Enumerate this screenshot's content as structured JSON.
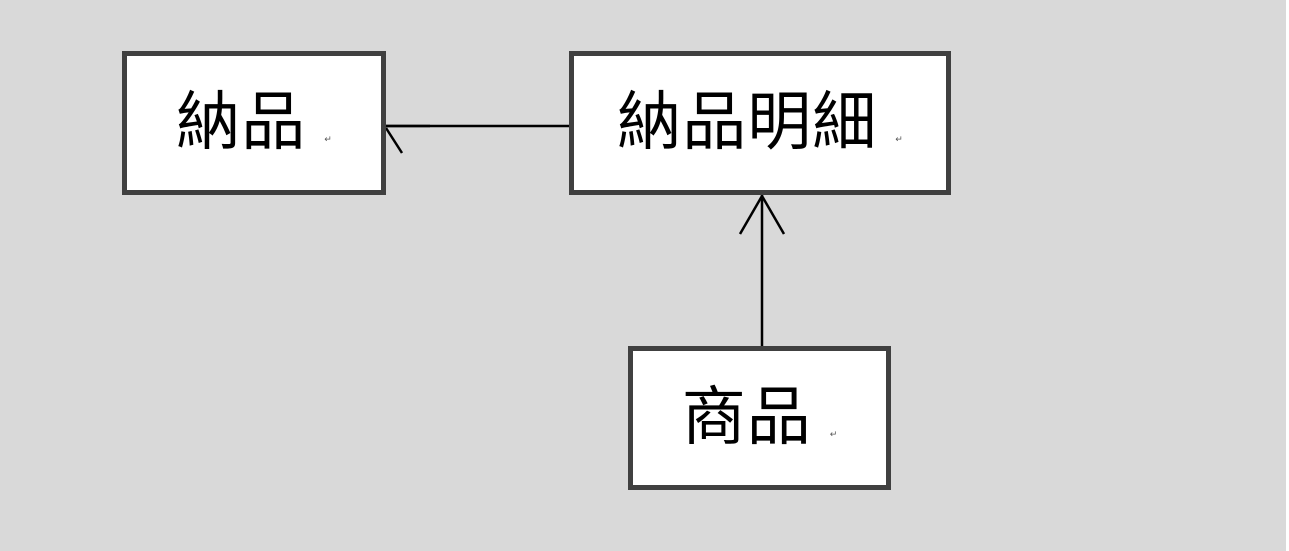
{
  "entities": [
    {
      "id": "nouhin",
      "label": "納品",
      "para_mark": "↵"
    },
    {
      "id": "meisai",
      "label": "納品明細",
      "para_mark": "↵"
    },
    {
      "id": "shohin",
      "label": "商品",
      "para_mark": "↵"
    }
  ],
  "relations": [
    {
      "from": "納品明細",
      "to": "納品",
      "notation": "crow-foot"
    },
    {
      "from": "商品",
      "to": "納品明細",
      "notation": "crow-foot"
    }
  ],
  "colors": {
    "background": "#d9d9d9",
    "box_fill": "#ffffff",
    "box_border": "#404040",
    "line": "#000000"
  }
}
